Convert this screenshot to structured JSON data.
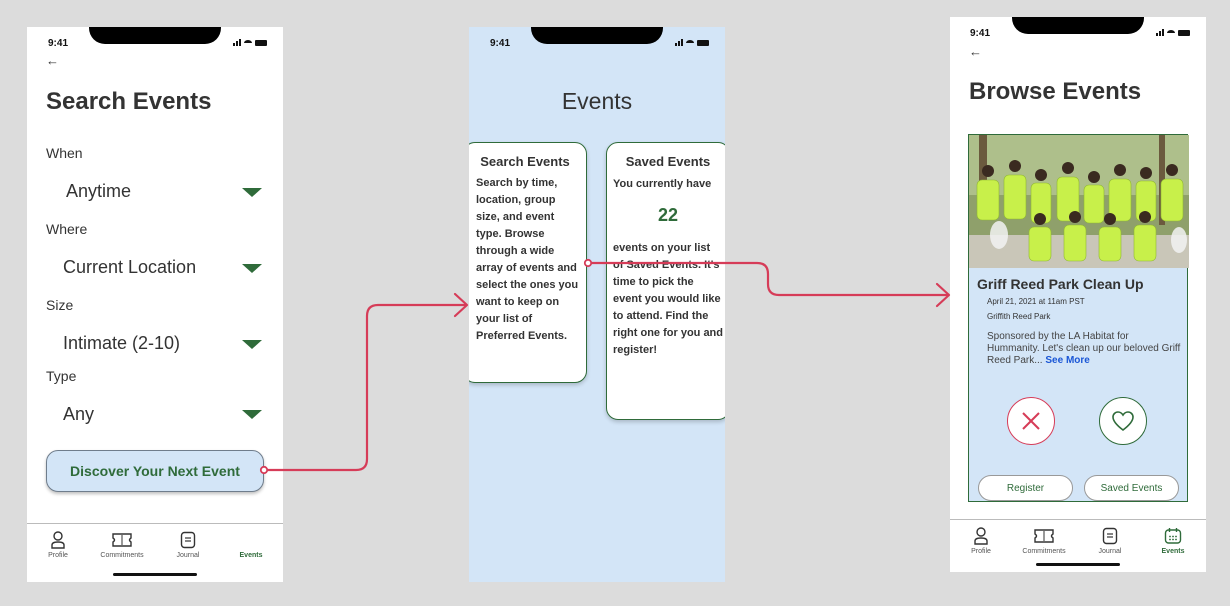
{
  "colors": {
    "accent_green": "#2f6b3a",
    "link_blue": "#1a56d6",
    "connector_red": "#d63c58",
    "pane_blue": "#d3e5f7"
  },
  "screen_search": {
    "status_time": "9:41",
    "back": "←",
    "title": "Search Events",
    "when_label": "When",
    "when_value": "Anytime",
    "where_label": "Where",
    "where_value": "Current Location",
    "size_label": "Size",
    "size_value": "Intimate (2-10)",
    "type_label": "Type",
    "type_value": "Any",
    "discover_button": "Discover Your Next Event"
  },
  "screen_events": {
    "status_time": "9:41",
    "title": "Events",
    "search_card": {
      "title": "Search Events",
      "body": "Search by time, location, group size, and event type. Browse through a wide array of events and select the ones you want to keep on your list of Preferred Events."
    },
    "saved_card": {
      "title": "Saved Events",
      "intro": "You currently have",
      "count": "22",
      "body": "events on your list of Saved Events. It's time to pick the event you would like to attend. Find the right one for you and register!"
    }
  },
  "screen_browse": {
    "status_time": "9:41",
    "back": "←",
    "title": "Browse Events",
    "event": {
      "title": "Griff Reed Park Clean Up",
      "date": "April 21, 2021 at 11am PST",
      "location": "Griffith Reed Park",
      "description": "Sponsored by the LA Habitat for Hummanity. Let's clean up our beloved Griff Reed Park...",
      "see_more": "See More",
      "reject_icon": "x-icon",
      "save_icon": "heart-icon"
    },
    "register_button": "Register",
    "saved_events_button": "Saved Events"
  },
  "tabbar": {
    "items": [
      {
        "label": "Profile",
        "icon": "person-icon"
      },
      {
        "label": "Commitments",
        "icon": "ticket-icon"
      },
      {
        "label": "Journal",
        "icon": "journal-icon"
      },
      {
        "label": "Events",
        "icon": "calendar-icon",
        "active": true
      }
    ]
  }
}
